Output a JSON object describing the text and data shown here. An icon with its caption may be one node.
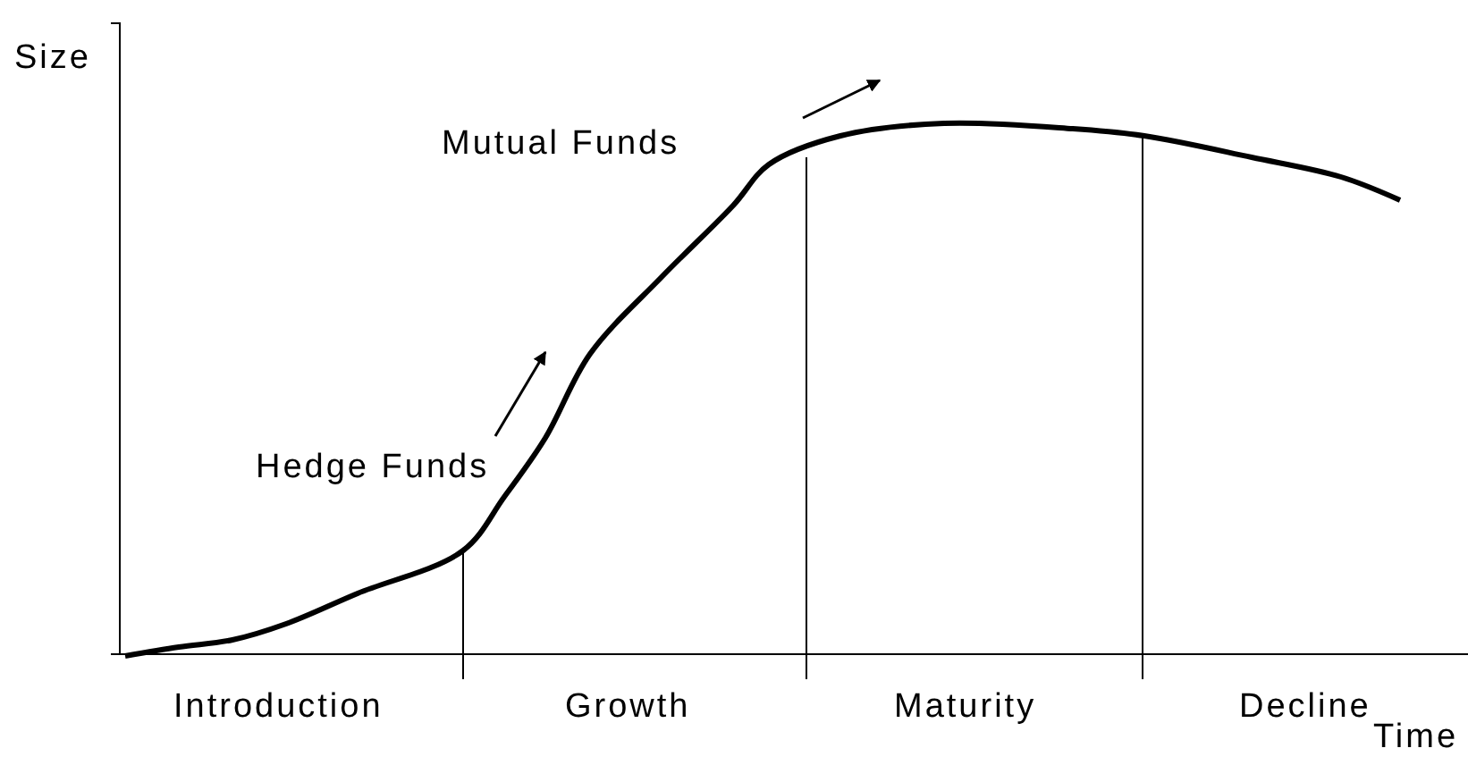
{
  "diagram": {
    "labels": [
      "Size",
      "Mutual Funds",
      "Hedge Funds",
      "Introduction",
      "Growth",
      "Maturity",
      "Decline",
      "Time"
    ]
  }
}
